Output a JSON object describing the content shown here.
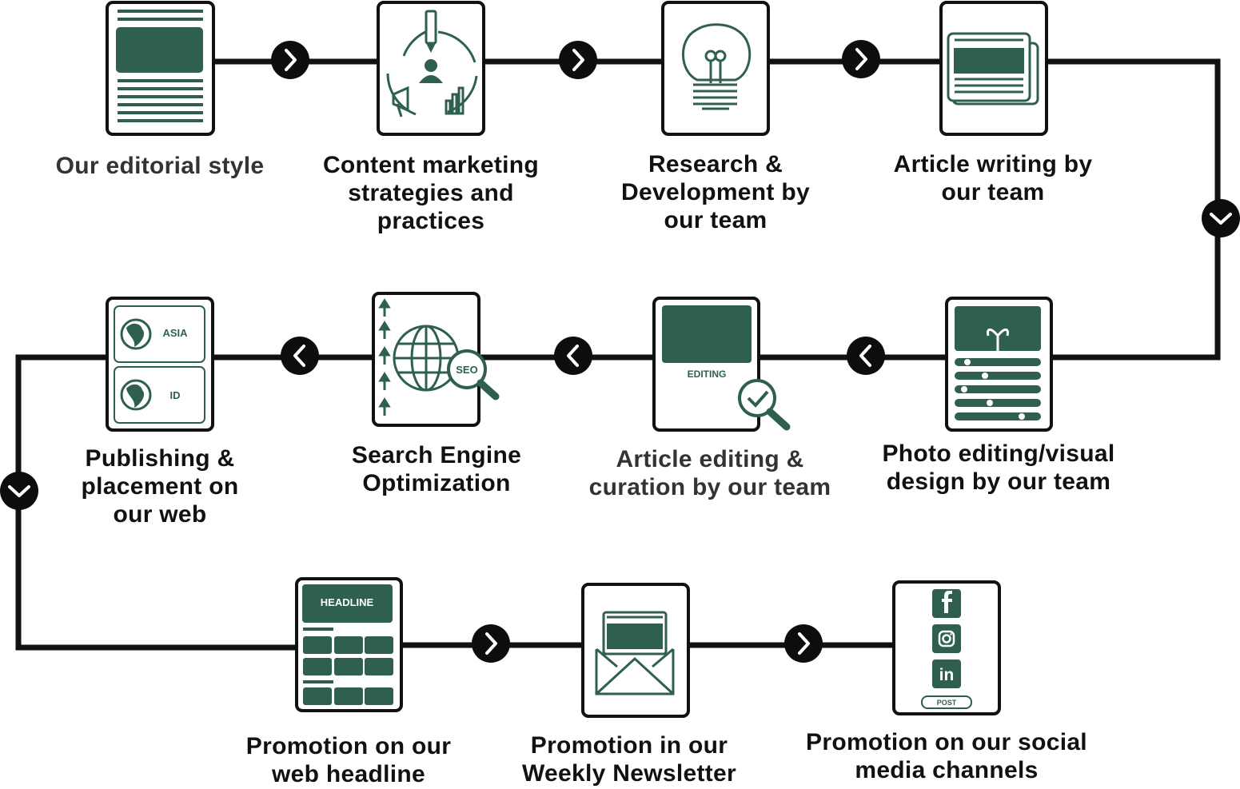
{
  "colors": {
    "accent": "#2f5f4f",
    "line": "#111111",
    "circle": "#0d0d0d",
    "white": "#ffffff"
  },
  "steps": [
    {
      "label": "Our editorial style",
      "icon": "newspaper-layout-icon"
    },
    {
      "label": "Content marketing strategies and practices",
      "icon": "content-strategy-cycle-icon"
    },
    {
      "label": "Research & Development by our team",
      "icon": "lightbulb-icon"
    },
    {
      "label": "Article writing by our team",
      "icon": "article-document-icon"
    },
    {
      "label": "Photo editing/visual design by our team",
      "icon": "photo-editing-icon",
      "badges": []
    },
    {
      "label": "Article editing & curation by our team",
      "icon": "editing-magnifier-icon",
      "badge": "EDITING"
    },
    {
      "label": "Search Engine Optimization",
      "icon": "seo-globe-icon",
      "badge": "SEO"
    },
    {
      "label": "Publishing & placement on our web",
      "icon": "publishing-regions-icon",
      "badges": [
        "ASIA",
        "ID"
      ]
    },
    {
      "label": "Promotion on our web headline",
      "icon": "headline-grid-icon",
      "badge": "HEADLINE"
    },
    {
      "label": "Promotion in our Weekly Newsletter",
      "icon": "newsletter-envelope-icon"
    },
    {
      "label": "Promotion on our social media channels",
      "icon": "social-media-icon",
      "badge": "POST"
    }
  ],
  "arrows": [
    "chevron-right-icon",
    "chevron-down-icon",
    "chevron-left-icon"
  ]
}
